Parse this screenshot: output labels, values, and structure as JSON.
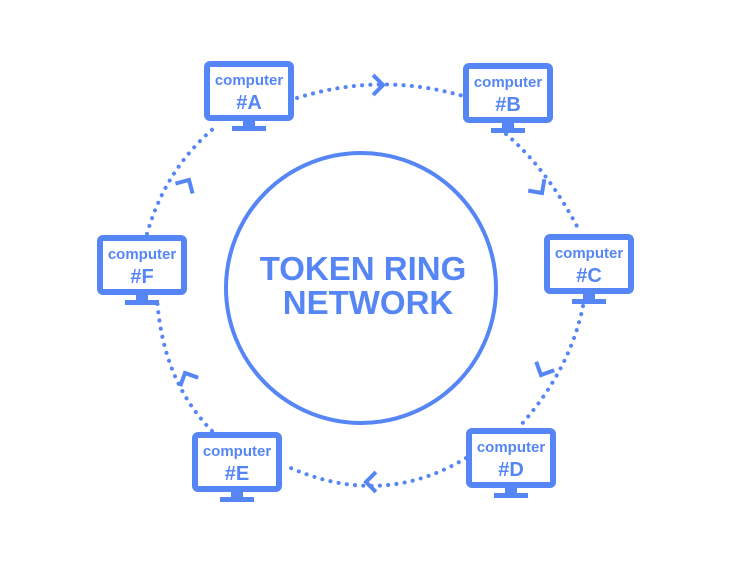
{
  "diagram": {
    "title_lines": [
      "TOKEN RING",
      "NETWORK"
    ],
    "accent_color": "#5686f5",
    "background_color": "#ffffff",
    "direction": "clockwise",
    "nodes": [
      {
        "id": "A",
        "line1": "computer",
        "line2": "#A"
      },
      {
        "id": "B",
        "line1": "computer",
        "line2": "#B"
      },
      {
        "id": "C",
        "line1": "computer",
        "line2": "#C"
      },
      {
        "id": "D",
        "line1": "computer",
        "line2": "#D"
      },
      {
        "id": "E",
        "line1": "computer",
        "line2": "#E"
      },
      {
        "id": "F",
        "line1": "computer",
        "line2": "#F"
      }
    ],
    "links": [
      {
        "from": "A",
        "to": "B"
      },
      {
        "from": "B",
        "to": "C"
      },
      {
        "from": "C",
        "to": "D"
      },
      {
        "from": "D",
        "to": "E"
      },
      {
        "from": "E",
        "to": "F"
      },
      {
        "from": "F",
        "to": "A"
      }
    ]
  }
}
